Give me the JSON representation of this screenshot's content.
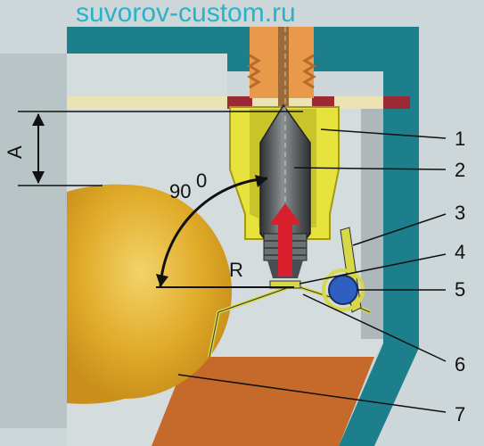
{
  "watermark": "suvorov-custom.ru",
  "labels": {
    "dimension": "A",
    "angle": "90",
    "angle_degree_mark": "0",
    "radius": "R"
  },
  "callouts": [
    "1",
    "2",
    "3",
    "4",
    "5",
    "6",
    "7"
  ],
  "colors": {
    "housing": "#1e7f8c",
    "body_yellow": "#e8e23c",
    "needle_gray": "#4a4e50",
    "float_gold": "#e0ac2a",
    "fuel_orange": "#c56a2a",
    "arrow_red": "#d8202c",
    "pivot_blue": "#2f5fc0",
    "thread_orange": "#e89a4a"
  }
}
